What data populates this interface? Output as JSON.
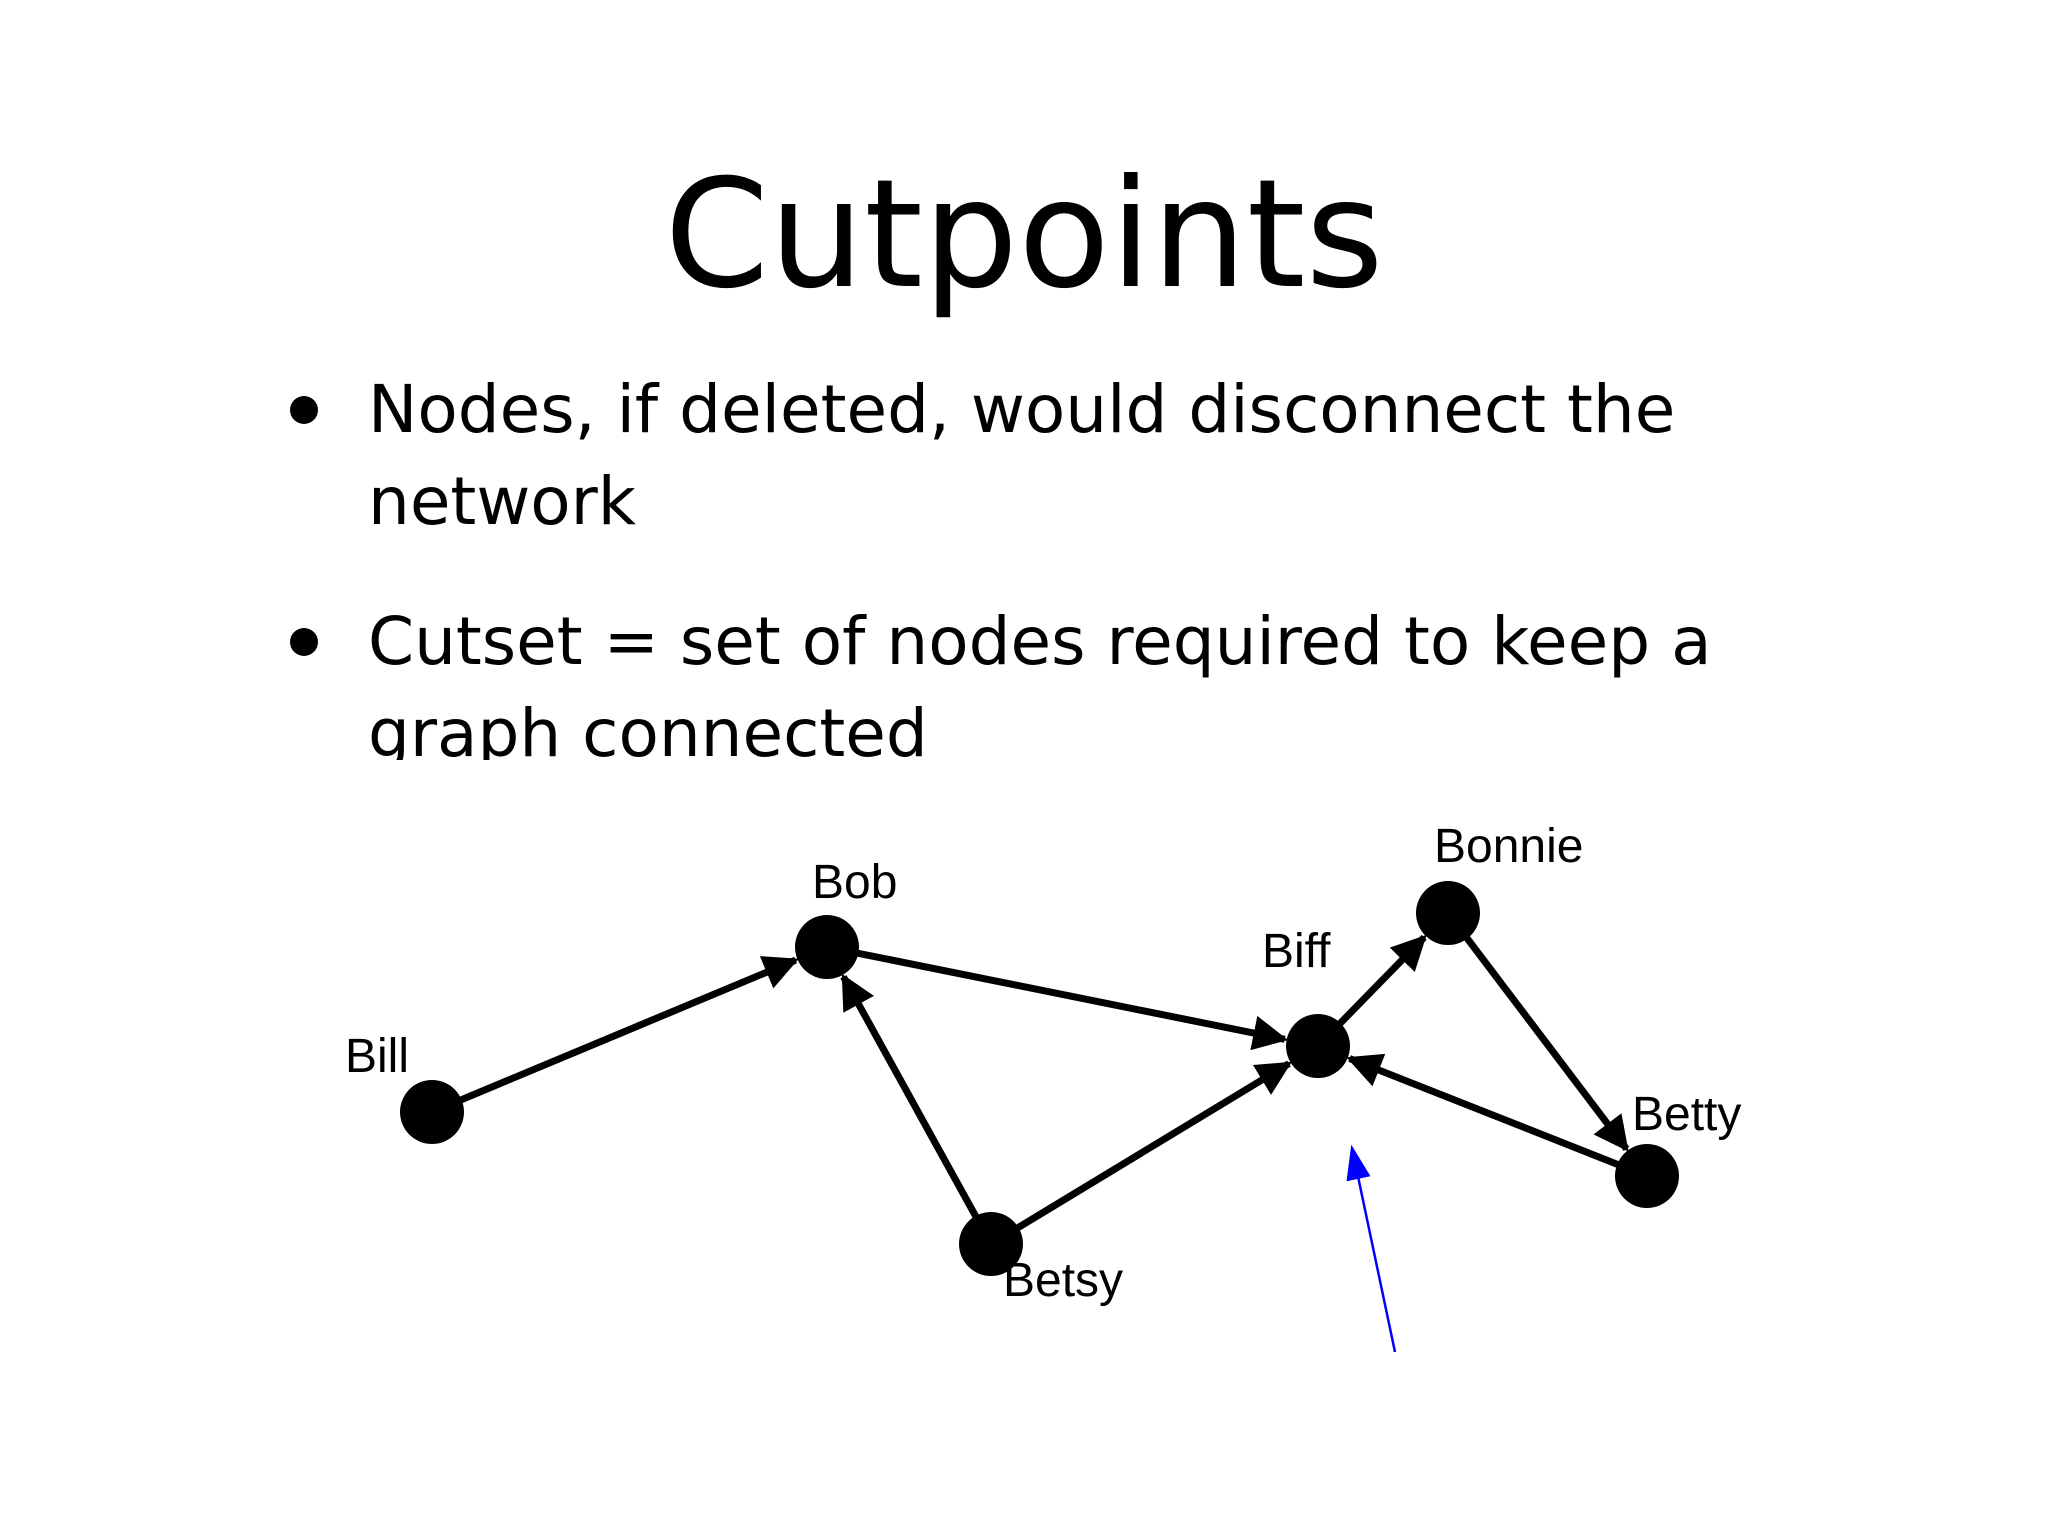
{
  "slide": {
    "title": "Cutpoints",
    "bullets": [
      {
        "text": "Nodes, if deleted, would disconnect the network"
      },
      {
        "text": "Cutset = set of nodes required to keep a graph connected"
      }
    ]
  },
  "diagram": {
    "nodes": [
      {
        "id": "bill",
        "label": "Bill"
      },
      {
        "id": "bob",
        "label": "Bob"
      },
      {
        "id": "betsy",
        "label": "Betsy"
      },
      {
        "id": "biff",
        "label": "Biff"
      },
      {
        "id": "bonnie",
        "label": "Bonnie"
      },
      {
        "id": "betty",
        "label": "Betty"
      }
    ],
    "edges": [
      {
        "from": "bill",
        "to": "bob"
      },
      {
        "from": "bob",
        "to": "biff"
      },
      {
        "from": "betsy",
        "to": "bob"
      },
      {
        "from": "betsy",
        "to": "biff"
      },
      {
        "from": "biff",
        "to": "bonnie"
      },
      {
        "from": "bonnie",
        "to": "betty"
      },
      {
        "from": "betty",
        "to": "biff"
      }
    ],
    "pointer_target": "biff",
    "pointer_color": "#0000ff",
    "node_color": "#000000",
    "edge_color": "#000000"
  }
}
